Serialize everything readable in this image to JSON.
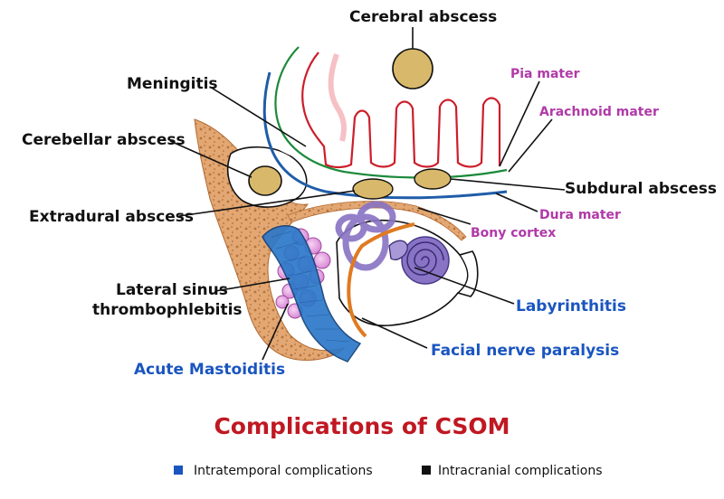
{
  "title": "Complications of CSOM",
  "colors": {
    "intratemporal": "#1a55c0",
    "intracranial": "#111111",
    "membrane": "#b03aa8",
    "title": "#c01822"
  },
  "labels": {
    "cerebral_abscess": "Cerebral abscess",
    "meningitis": "Meningitis",
    "cerebellar_abscess": "Cerebellar abscess",
    "extradural_abscess": "Extradural abscess",
    "lateral_sinus_1": "Lateral sinus",
    "lateral_sinus_2": "thrombophlebitis",
    "acute_mastoiditis": "Acute Mastoiditis",
    "pia_mater": "Pia mater",
    "arachnoid_mater": "Arachnoid mater",
    "subdural_abscess": "Subdural abscess",
    "dura_mater": "Dura mater",
    "bony_cortex": "Bony cortex",
    "labyrinthitis": "Labyrinthitis",
    "facial_nerve_paralysis": "Facial nerve paralysis"
  },
  "legend": {
    "intratemporal": "Intratemporal complications",
    "intracranial": "Intracranial complications"
  }
}
